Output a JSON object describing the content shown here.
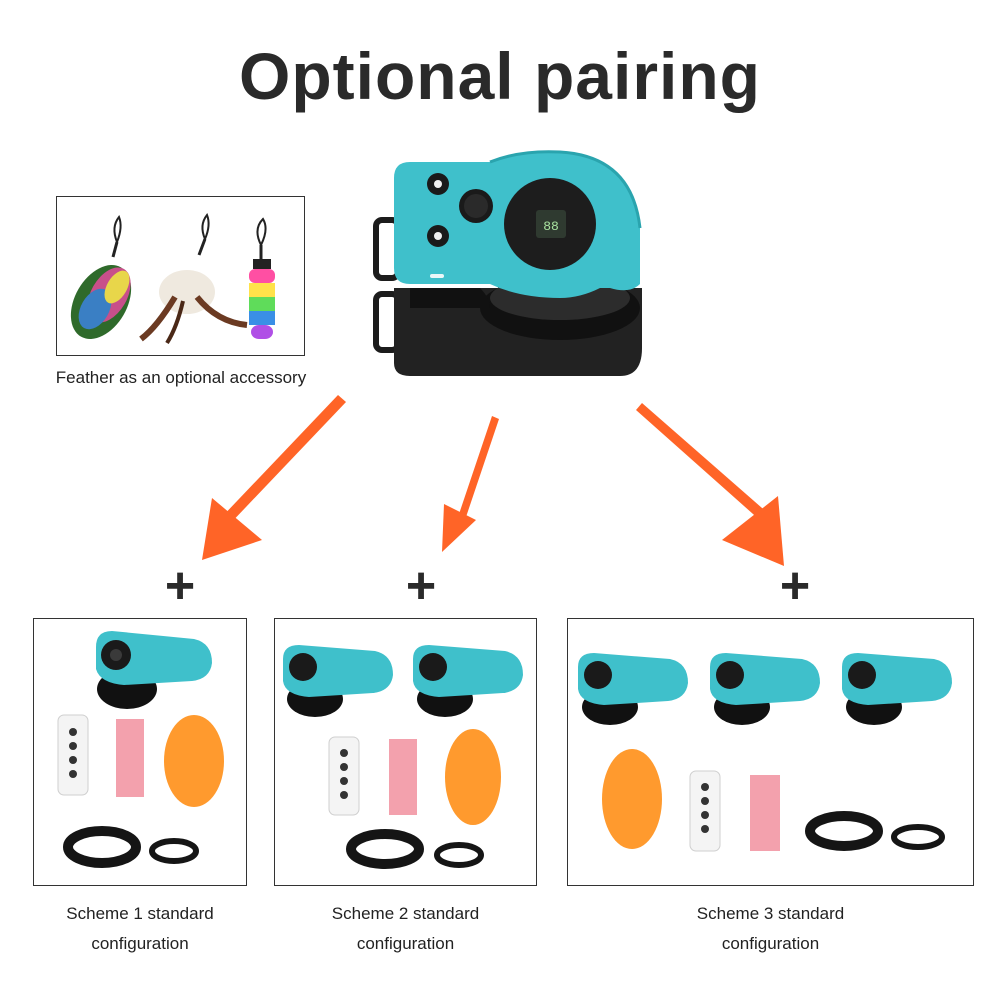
{
  "title": "Optional pairing",
  "feather": {
    "caption": "Feather as an optional accessory"
  },
  "colors": {
    "accent_arrow": "#ff6427",
    "device_teal": "#3fc0cb",
    "device_dark": "#1f1f1f",
    "yarn_orange": "#ff9a2e",
    "pad_pink": "#f3a1ad"
  },
  "plus_symbol": "+",
  "schemes": [
    {
      "line1": "Scheme 1 standard",
      "line2": "configuration"
    },
    {
      "line1": "Scheme 2 standard",
      "line2": "configuration"
    },
    {
      "line1": "Scheme 3 standard",
      "line2": "configuration"
    }
  ]
}
